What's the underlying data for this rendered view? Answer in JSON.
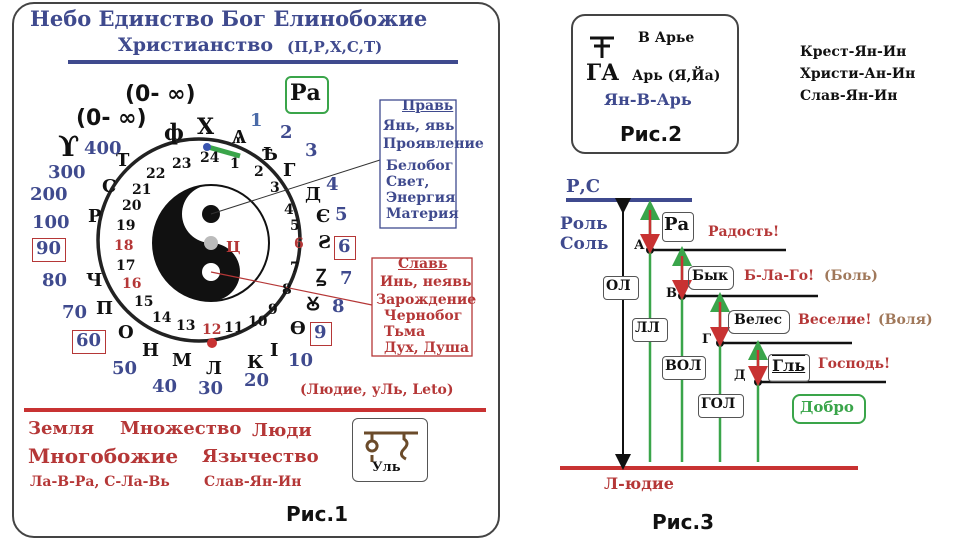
{
  "fig1": {
    "top_line1": "Небо Единство Бог Елинобожие",
    "top_line2": "Христианство",
    "top_letters": "(П,Р,Х,С,Т)",
    "infinity_a": "(0- ∞)",
    "infinity_b": "(0- ∞)",
    "rune_top": "Ра",
    "outer_numbers": [
      "1",
      "2",
      "3",
      "4",
      "5",
      "6",
      "7",
      "8",
      "9",
      "10",
      "20",
      "30",
      "40",
      "50",
      "60",
      "70",
      "80",
      "90",
      "100",
      "200",
      "300",
      "400"
    ],
    "boxed_numbers": [
      "6",
      "9",
      "60",
      "90"
    ],
    "hours": [
      "24",
      "1",
      "2",
      "3",
      "4",
      "5",
      "6",
      "7",
      "8",
      "9",
      "10",
      "11",
      "12",
      "13",
      "14",
      "15",
      "16",
      "17",
      "18",
      "19",
      "20",
      "21",
      "22",
      "23"
    ],
    "red_hours": [
      "6",
      "12",
      "16",
      "18"
    ],
    "center_label": "Ц",
    "prav": {
      "title": "Правь",
      "lines": [
        "Янь, явь",
        "Проявление",
        "Белобог",
        "Свет,",
        "Энергия",
        "Материя"
      ]
    },
    "slav": {
      "title": "Славь",
      "lines": [
        "Инь, неявь",
        "Зарождение",
        "Чернобог",
        "Тьма",
        "Дух, Душа"
      ]
    },
    "lyudie": "(Людие, уЛь, Leto)",
    "bottom_left1": "Земля",
    "bottom_mid1": "Множество",
    "bottom_right1": "Люди",
    "bottom_left2": "Многобожие",
    "bottom_right2": "Язычество",
    "bottom_left3": "Ла-В-Ра, С-Ла-Вь",
    "bottom_right3": "Слав-Ян-Ин",
    "ul_label": "Уль",
    "caption": "Рис.1"
  },
  "fig2": {
    "v_arye": "В Арье",
    "ar": "Арь (Я,Йа)",
    "yan_v_ar": "Ян-В-Арь",
    "caption": "Рис.2",
    "right_list": [
      "Крест-Ян-Ин",
      "Христи-Ан-Ин",
      "Слав-Ян-Ин"
    ]
  },
  "fig3": {
    "top": "Р,С",
    "rol": "Роль",
    "sol": "Соль",
    "levels": [
      {
        "rune": "Ра",
        "word": "Радость!",
        "note": ""
      },
      {
        "rune": "Бык",
        "word": "Б-Ла-Го!",
        "note": "(Боль)"
      },
      {
        "rune": "Велес",
        "word": "Веселие!",
        "note": "(Воля)"
      },
      {
        "rune": "Гль",
        "word": "Господь!",
        "note": ""
      }
    ],
    "ol_words": [
      "ОЛ",
      "ЛЛ",
      "ВОЛ",
      "ГОЛ"
    ],
    "dobro": "Добро",
    "bottom": "Л-юдие",
    "caption": "Рис.3"
  }
}
